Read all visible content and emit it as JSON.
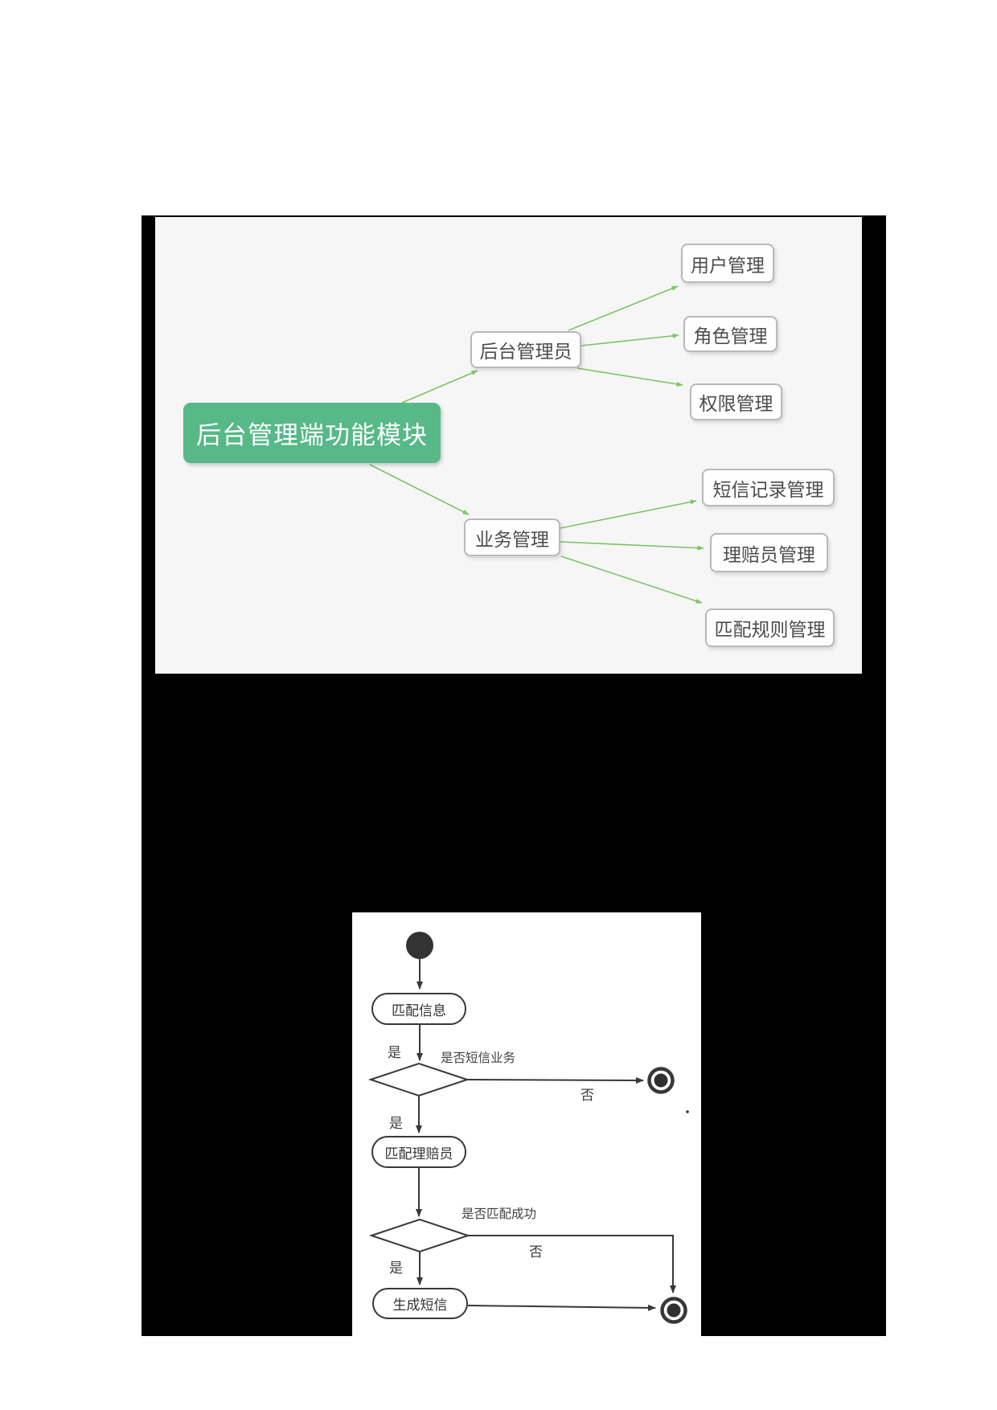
{
  "canvas": {
    "page_bg": "#ffffff",
    "frame_bg": "#000000"
  },
  "mindmap": {
    "panel_bg": "#f6f6f6",
    "edge_color": "#7cc465",
    "node_border_color": "#b9b9b9",
    "node_text_color": "#4d4d4d",
    "root": {
      "label": "后台管理端功能模块",
      "fill": "#56b987",
      "text_color": "#ffffff"
    },
    "branches": [
      {
        "label": "后台管理员",
        "children": [
          {
            "label": "用户管理"
          },
          {
            "label": "角色管理"
          },
          {
            "label": "权限管理"
          }
        ]
      },
      {
        "label": "业务管理",
        "children": [
          {
            "label": "短信记录管理"
          },
          {
            "label": "理赔员管理"
          },
          {
            "label": "匹配规则管理"
          }
        ]
      }
    ]
  },
  "activity": {
    "panel_bg": "#ffffff",
    "stroke_color": "#383838",
    "actions": [
      {
        "label": "匹配信息"
      },
      {
        "label": "匹配理赔员"
      },
      {
        "label": "生成短信"
      }
    ],
    "decisions": [
      {
        "question": "是否短信业务",
        "yes": "是",
        "no": "否",
        "entry_label": "是"
      },
      {
        "question": "是否匹配成功",
        "yes": "是",
        "no": "否"
      }
    ]
  }
}
